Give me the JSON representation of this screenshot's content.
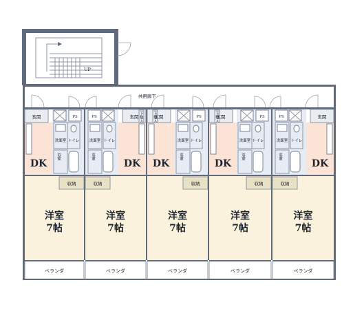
{
  "stair": {
    "up_label": "UP"
  },
  "corridor": {
    "label": "共用廊下"
  },
  "units": [
    {
      "genkan": "玄関",
      "ps": "PS",
      "toilet": "トイレ",
      "senmen": "洗面室",
      "yoku": "浴室",
      "dk": "DK",
      "shuno": "収納",
      "yoshitsu": "洋室",
      "jo": "7帖",
      "veranda": "ベランダ"
    },
    {
      "genkan": "玄関",
      "ps": "PS",
      "toilet": "トイレ",
      "senmen": "洗面室",
      "yoku": "浴室",
      "dk": "DK",
      "shuno": "収納",
      "yoshitsu": "洋室",
      "jo": "7帖",
      "veranda": "ベランダ"
    },
    {
      "genkan": "玄関",
      "ps": "PS",
      "toilet": "トイレ",
      "senmen": "洗面室",
      "yoku": "浴室",
      "dk": "DK",
      "shuno": "収納",
      "yoshitsu": "洋室",
      "jo": "7帖",
      "veranda": "ベランダ"
    },
    {
      "genkan": "玄関",
      "ps": "PS",
      "toilet": "トイレ",
      "senmen": "洗面室",
      "yoku": "浴室",
      "dk": "DK",
      "shuno": "収納",
      "yoshitsu": "洋室",
      "jo": "7帖",
      "veranda": "ベランダ"
    },
    {
      "genkan": "玄関",
      "ps": "PS",
      "toilet": "トイレ",
      "senmen": "洗面室",
      "yoku": "浴室",
      "dk": "DK",
      "shuno": "収納",
      "yoshitsu": "洋室",
      "jo": "7帖",
      "veranda": "ベランダ"
    }
  ],
  "shoe_labels": [
    "下駄入",
    "下駄入",
    "下駄入"
  ]
}
